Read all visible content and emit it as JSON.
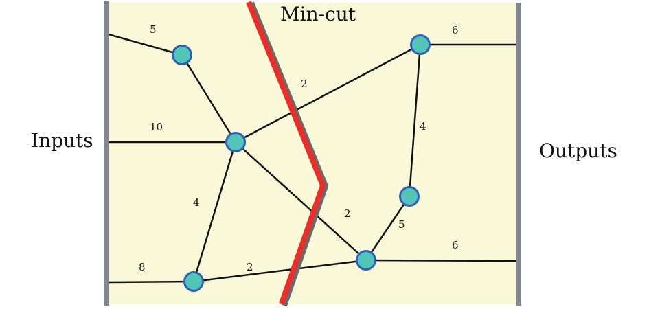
{
  "title": "Min-cut",
  "inputs_label": "Inputs",
  "outputs_label": "Outputs",
  "colors": {
    "panel": "#f9f9d9",
    "bar": "#85858d",
    "cut": "#e8302a",
    "cut_shadow": "#6a6a6a",
    "node_fill": "#52c4b8",
    "node_stroke": "#2f5fb8",
    "edge": "#111111"
  },
  "nodes": [
    "a",
    "b",
    "c",
    "d",
    "e",
    "f"
  ],
  "edges": [
    {
      "from": "input",
      "to": "a",
      "weight": "5"
    },
    {
      "from": "input",
      "to": "b",
      "weight": "10"
    },
    {
      "from": "input",
      "to": "f",
      "weight": "8"
    },
    {
      "from": "a",
      "to": "b",
      "weight": ""
    },
    {
      "from": "b",
      "to": "c",
      "weight": "2"
    },
    {
      "from": "b",
      "to": "e",
      "weight": "2"
    },
    {
      "from": "b",
      "to": "f",
      "weight": "4"
    },
    {
      "from": "f",
      "to": "e",
      "weight": "2"
    },
    {
      "from": "c",
      "to": "output",
      "weight": "6"
    },
    {
      "from": "c",
      "to": "d",
      "weight": "4"
    },
    {
      "from": "d",
      "to": "e",
      "weight": "5"
    },
    {
      "from": "e",
      "to": "output",
      "weight": "6"
    }
  ]
}
